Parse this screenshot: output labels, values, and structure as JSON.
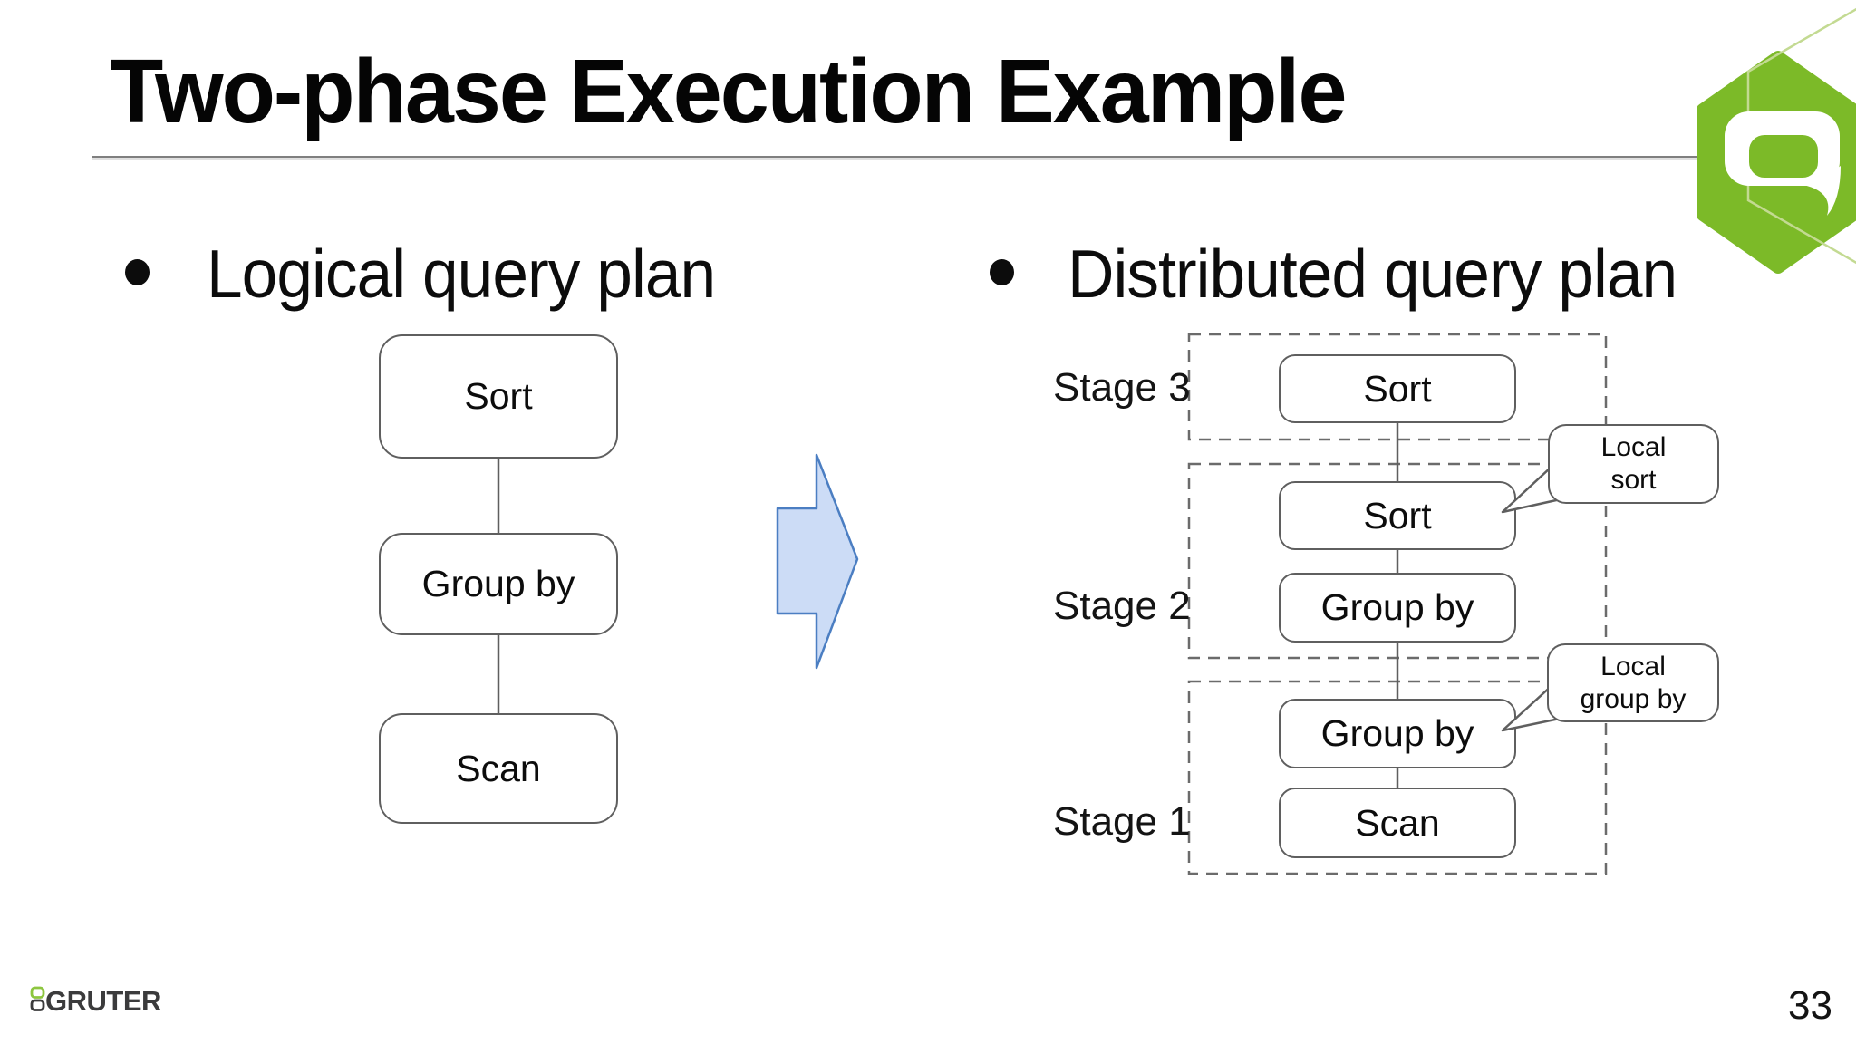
{
  "slide": {
    "title": "Two-phase Execution Example",
    "page_number": "33",
    "brand": {
      "footer_text": "GRUTER"
    },
    "bullets": {
      "left": "Logical query plan",
      "right": "Distributed query plan"
    }
  },
  "logical_plan": {
    "nodes": {
      "sort": "Sort",
      "group_by": "Group by",
      "scan": "Scan"
    }
  },
  "distributed_plan": {
    "stage_labels": {
      "stage3": "Stage 3",
      "stage2": "Stage 2",
      "stage1": "Stage 1"
    },
    "nodes": {
      "sort_stage3": "Sort",
      "sort_stage2": "Sort",
      "group_by_stage2": "Group by",
      "group_by_stage1": "Group by",
      "scan_stage1": "Scan"
    },
    "callouts": {
      "local_sort": {
        "line1": "Local",
        "line2": "sort"
      },
      "local_group_by": {
        "line1": "Local",
        "line2": "group by"
      }
    }
  },
  "colors": {
    "arrow_fill": "#ccdcf6",
    "arrow_stroke": "#4b7ec2",
    "diagram_line_gray": "#5f5f5f",
    "dashed_gray": "#6b6b6b",
    "brand_green": "#7cba28",
    "brand_green_light": "#c3da92",
    "gruter_green": "#8dc63f",
    "gruter_dark": "#3b3b3c"
  }
}
